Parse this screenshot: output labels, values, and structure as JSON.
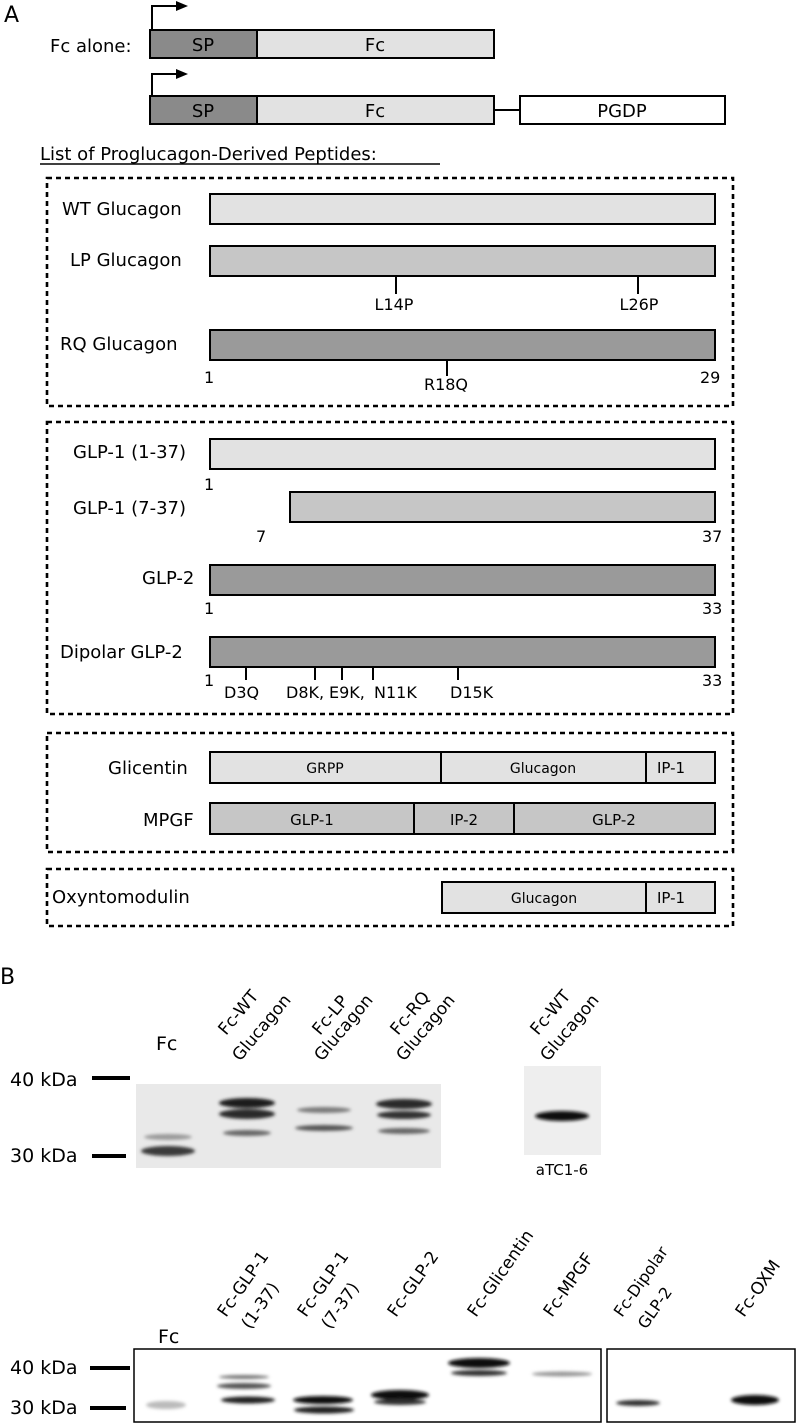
{
  "panel_a": {
    "letter": "A",
    "constructs": {
      "fc_alone_label": "Fc alone:",
      "sp": "SP",
      "fc": "Fc",
      "pgdp": "PGDP"
    },
    "list_title": "List of Proglucagon-Derived Peptides:",
    "glucagon_group": {
      "wt": "WT Glucagon",
      "lp": "LP Glucagon",
      "rq": "RQ Glucagon",
      "lp_mut1": "L14P",
      "lp_mut2": "L26P",
      "rq_mut": "R18Q",
      "start": "1",
      "end": "29"
    },
    "glp_group": {
      "glp1_137": "GLP-1 (1-37)",
      "glp1_737": "GLP-1 (7-37)",
      "glp2": "GLP-2",
      "dipolar": "Dipolar GLP-2",
      "n1a": "1",
      "n7": "7",
      "n37": "37",
      "n1b": "1",
      "n33a": "33",
      "n1c": "1",
      "n33b": "33",
      "m1": "D3Q",
      "m2": "D8K,",
      "m3": "E9K,",
      "m4": "N11K",
      "m5": "D15K"
    },
    "glicentin_group": {
      "glicentin": "Glicentin",
      "mpgf": "MPGF",
      "grpp": "GRPP",
      "glucagon": "Glucagon",
      "ip1": "IP-1",
      "glp1": "GLP-1",
      "ip2": "IP-2",
      "glp2": "GLP-2"
    },
    "oxm_group": {
      "oxm": "Oxyntomodulin",
      "glucagon": "Glucagon",
      "ip1": "IP-1"
    }
  },
  "panel_b": {
    "letter": "B",
    "blot1": {
      "marker_40": "40 kDa",
      "marker_30": "30 kDa",
      "lane_fc": "Fc",
      "lane_wt_1": "Fc-WT",
      "lane_wt_2": "Glucagon",
      "lane_lp_1": "Fc-LP",
      "lane_lp_2": "Glucagon",
      "lane_rq_1": "Fc-RQ",
      "lane_rq_2": "Glucagon"
    },
    "blot2": {
      "lane_1": "Fc-WT",
      "lane_2": "Glucagon",
      "cell_line": "aTC1-6"
    },
    "blot3": {
      "marker_40": "40 kDa",
      "marker_30": "30 kDa",
      "lane_fc": "Fc",
      "lane_glp1_137_a": "Fc-GLP-1",
      "lane_glp1_137_b": "(1-37)",
      "lane_glp1_737_a": "Fc-GLP-1",
      "lane_glp1_737_b": "(7-37)",
      "lane_glp2": "Fc-GLP-2",
      "lane_glicentin": "Fc-Glicentin",
      "lane_mpgf": "Fc-MPGF",
      "lane_dipolar_a": "Fc-Dipolar",
      "lane_dipolar_b": "GLP-2",
      "lane_oxm": "Fc-OXM"
    }
  },
  "colors": {
    "light_fill": "#e2e2e2",
    "mid_fill": "#c6c6c6",
    "dark_fill": "#9a9a9a",
    "sp_fill": "#8a8a8a",
    "band": "#1a1a1a"
  }
}
